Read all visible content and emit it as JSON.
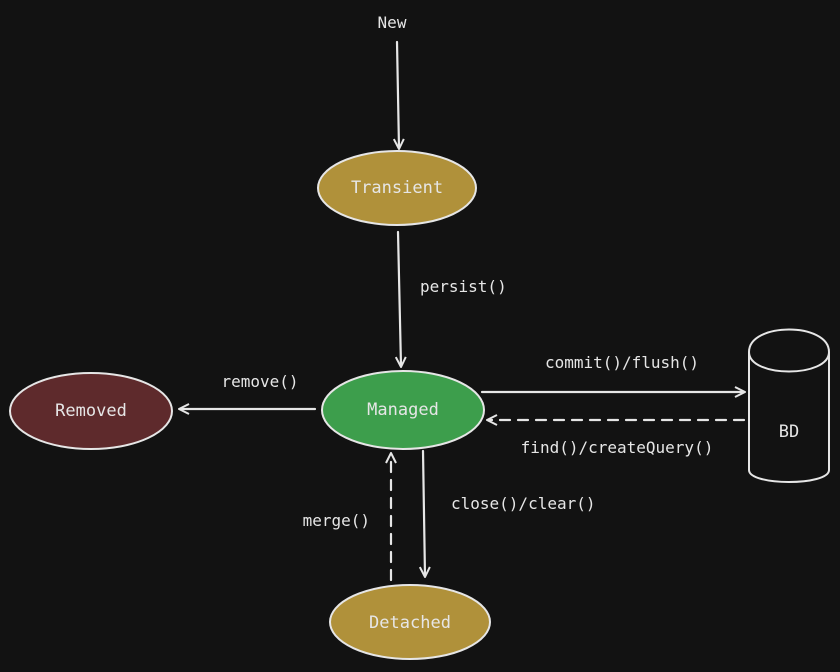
{
  "diagram": {
    "start_label": "New",
    "nodes": {
      "transient": {
        "label": "Transient",
        "color": "#b0913a"
      },
      "managed": {
        "label": "Managed",
        "color": "#3d9e4c"
      },
      "removed": {
        "label": "Removed",
        "color": "#5e2a2c"
      },
      "detached": {
        "label": "Detached",
        "color": "#b0913a"
      },
      "database": {
        "label": "BD",
        "color": "#121212"
      }
    },
    "edges": {
      "persist": {
        "label": "persist()"
      },
      "remove": {
        "label": "remove()"
      },
      "commit": {
        "label": "commit()/flush()"
      },
      "find": {
        "label": "find()/createQuery()"
      },
      "close": {
        "label": "close()/clear()"
      },
      "merge": {
        "label": "merge()"
      }
    }
  }
}
